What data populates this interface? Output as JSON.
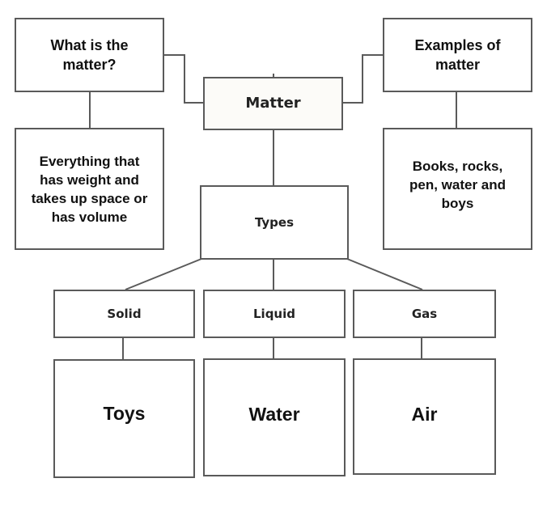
{
  "diagram": {
    "title_node": "Matter",
    "definition": {
      "question": "What is the matter?",
      "answer": "Everything that has weight and takes up space or has volume"
    },
    "examples": {
      "question": "Examples of matter",
      "answer": "Books, rocks, pen, water and boys"
    },
    "types_node": "Types",
    "states": [
      {
        "label": "Solid",
        "example": "Toys"
      },
      {
        "label": "Liquid",
        "example": "Water"
      },
      {
        "label": "Gas",
        "example": "Air"
      }
    ]
  },
  "colors": {
    "line": "#5a5a5a",
    "text": "#111111",
    "matter_fill": "#fcfbf8"
  }
}
